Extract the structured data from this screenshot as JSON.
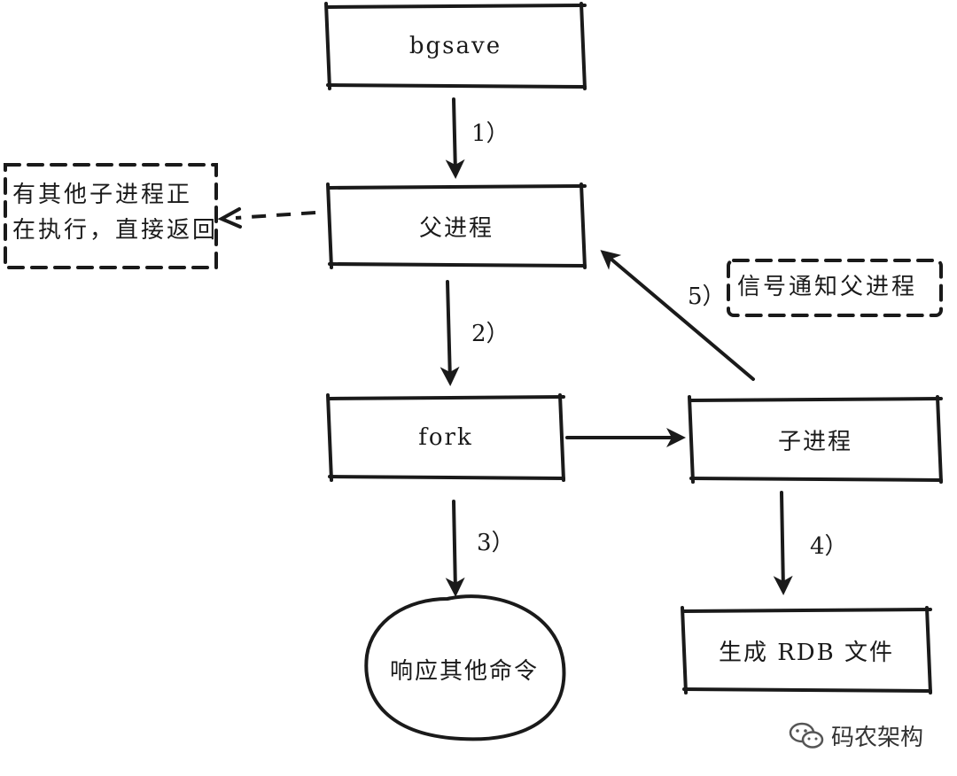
{
  "nodes": {
    "bgsave": "bgsave",
    "parent": "父进程",
    "fork": "fork",
    "child": "子进程",
    "rdb": "生成 RDB 文件",
    "respond": "响应其他命令"
  },
  "notes": {
    "busy_line1": "有其他子进程正",
    "busy_line2": "在执行，直接返回",
    "signal": "信号通知父进程"
  },
  "steps": {
    "s1": "1）",
    "s2": "2）",
    "s3": "3）",
    "s4": "4）",
    "s5": "5）"
  },
  "watermark": {
    "text": "码农架构",
    "icon": "wechat-icon"
  }
}
